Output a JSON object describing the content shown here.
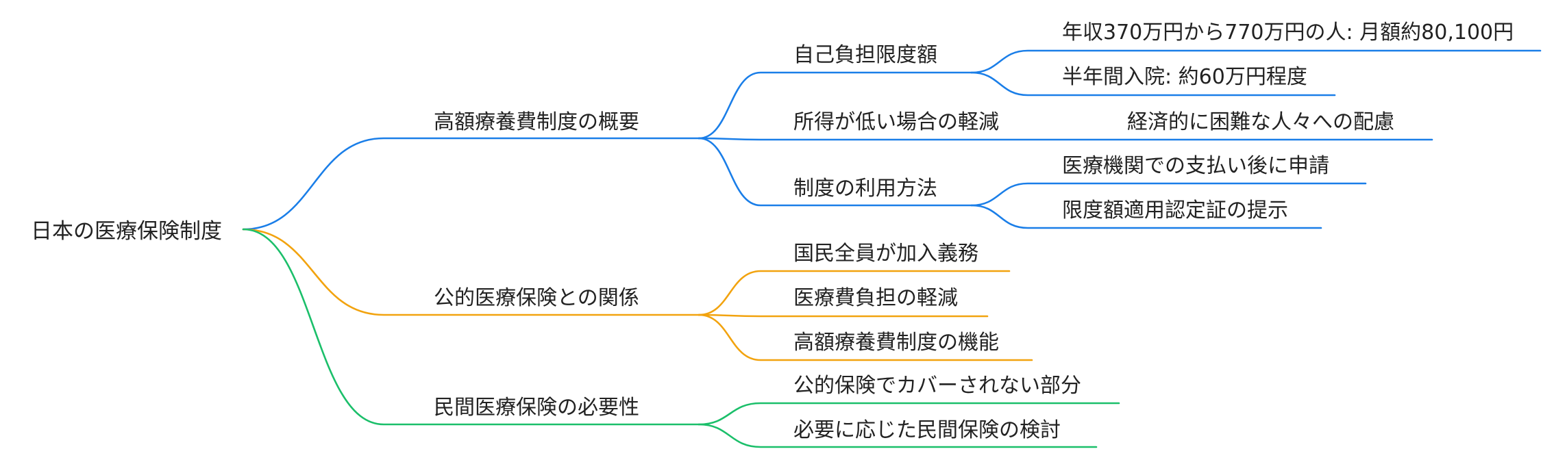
{
  "colors": {
    "blue": "#1a7ee8",
    "orange": "#f2a30f",
    "green": "#1bbf6a",
    "text": "#222222"
  },
  "mindmap": {
    "root": "日本の医療保険制度",
    "branches": [
      {
        "label": "高額療養費制度の概要",
        "color": "blue",
        "children": [
          {
            "label": "自己負担限度額",
            "children": [
              {
                "label": "年収370万円から770万円の人: 月額約80,100円"
              },
              {
                "label": "半年間入院: 約60万円程度"
              }
            ]
          },
          {
            "label": "所得が低い場合の軽減",
            "children": [
              {
                "label": "経済的に困難な人々への配慮"
              }
            ]
          },
          {
            "label": "制度の利用方法",
            "children": [
              {
                "label": "医療機関での支払い後に申請"
              },
              {
                "label": "限度額適用認定証の提示"
              }
            ]
          }
        ]
      },
      {
        "label": "公的医療保険との関係",
        "color": "orange",
        "children": [
          {
            "label": "国民全員が加入義務"
          },
          {
            "label": "医療費負担の軽減"
          },
          {
            "label": "高額療養費制度の機能"
          }
        ]
      },
      {
        "label": "民間医療保険の必要性",
        "color": "green",
        "children": [
          {
            "label": "公的保険でカバーされない部分"
          },
          {
            "label": "必要に応じた民間保険の検討"
          }
        ]
      }
    ]
  }
}
